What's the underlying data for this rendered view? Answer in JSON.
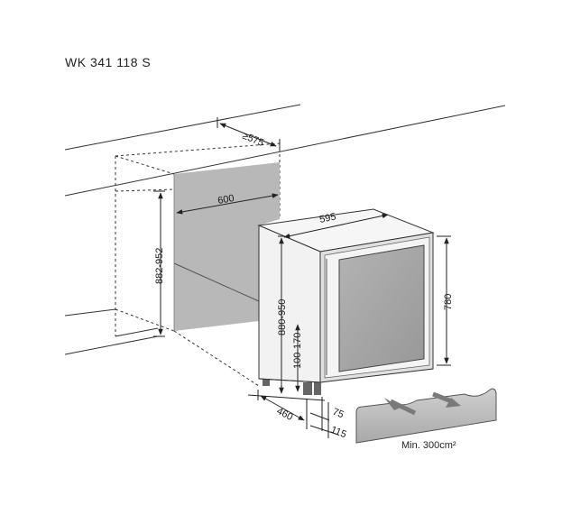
{
  "title": "WK 341 118 S",
  "dimensions": {
    "depth_niche": "≥575",
    "width_niche": "600",
    "width_unit": "595",
    "height_niche": "882-952",
    "height_unit_adjustable": "880-950",
    "door_height": "780",
    "plinth_height": "100-170",
    "feet_depth": "460",
    "plinth_setback": "75",
    "plinth_offset": "115"
  },
  "ventilation_caption": "Min. 300cm²",
  "colors": {
    "niche_back": "#b8b8b8",
    "cabinet_side": "#f2f2f2",
    "door_frame": "#e0e0e0",
    "glass": "#a6a6a6",
    "grille": "#bdbdbd",
    "arrow": "#7a7a7a",
    "line": "#333333"
  }
}
